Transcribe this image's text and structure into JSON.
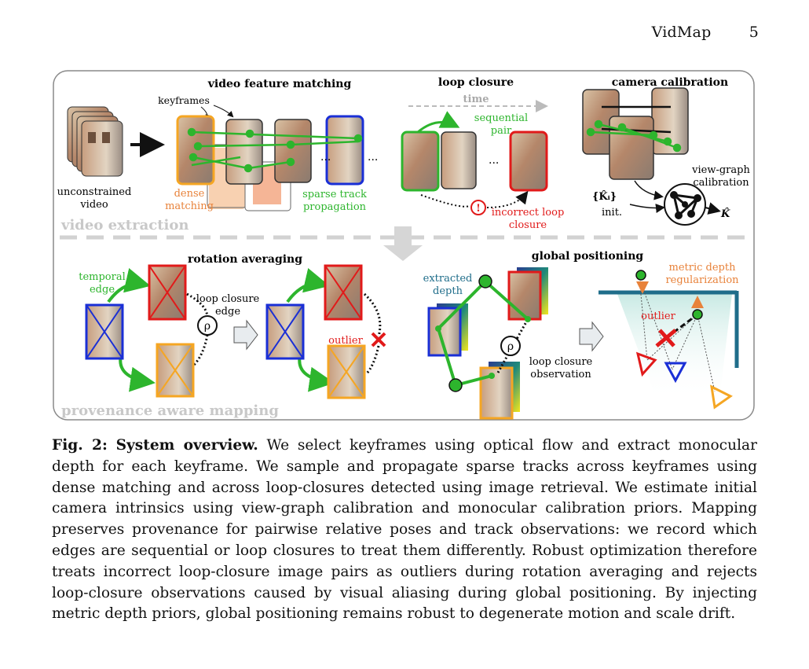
{
  "header": {
    "title": "VidMap",
    "page_number": "5"
  },
  "figure": {
    "sections": {
      "video_feature_matching": "video feature matching",
      "loop_closure": "loop closure",
      "camera_calibration": "camera calibration",
      "video_extraction": "video extraction",
      "rotation_averaging": "rotation averaging",
      "global_positioning": "global positioning",
      "provenance_aware_mapping": "provenance aware mapping"
    },
    "labels": {
      "keyframes": "keyframes",
      "unconstrained_1": "unconstrained",
      "unconstrained_2": "video",
      "dense_1": "dense",
      "dense_2": "matching",
      "sparse_1": "sparse track",
      "sparse_2": "propagation",
      "time": "time",
      "sequential_1": "sequential",
      "sequential_2": "pair",
      "incorrect_1": "incorrect loop",
      "incorrect_2": "closure",
      "viewgraph_1": "view-graph",
      "viewgraph_2": "calibration",
      "k_init": "{K̂ᵢ}",
      "init": "init.",
      "k_hat": "K̂",
      "temporal_1": "temporal",
      "temporal_2": "edge",
      "loop_edge_1": "loop closure",
      "loop_edge_2": "edge",
      "rho": "ρ",
      "outlier": "outlier",
      "extracted_1": "extracted",
      "extracted_2": "depth",
      "loop_obs_1": "loop closure",
      "loop_obs_2": "observation",
      "metric_1": "metric depth",
      "metric_2": "regularization",
      "ellipsis": "...",
      "exclaim": "!"
    },
    "colors": {
      "green": "#2db52d",
      "red": "#e11a1a",
      "blue": "#1a2fd6",
      "orange": "#f5a623",
      "dense_orange": "#e8823a",
      "gray": "#bbbbbb"
    }
  },
  "caption": {
    "label": "Fig. 2:",
    "title": "System overview.",
    "text": "We select keyframes using optical flow and extract monocular depth for each keyframe. We sample and propagate sparse tracks across keyframes using dense matching and across loop-closures detected using image retrieval. We estimate initial camera intrinsics using view-graph calibration and monocular calibration priors. Mapping preserves provenance for pairwise relative poses and track observations: we record which edges are sequential or loop closures to treat them differently. Robust optimization therefore treats incorrect loop-closure image pairs as outliers during rotation averaging and rejects loop-closure observations caused by visual aliasing during global positioning. By injecting metric depth priors, global positioning remains robust to degenerate motion and scale drift."
  }
}
